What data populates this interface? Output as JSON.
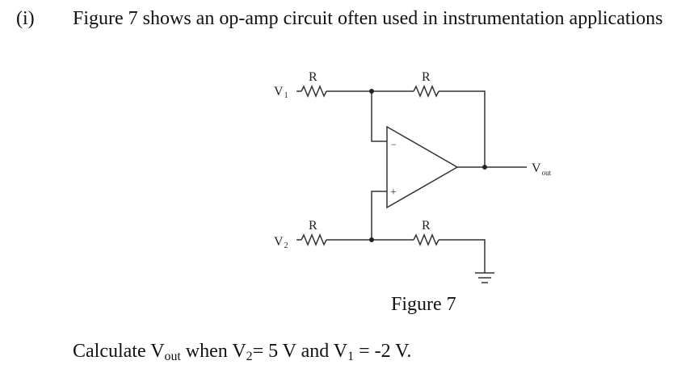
{
  "question": {
    "number": "(i)",
    "text": "Figure 7 shows an op-amp circuit often used in instrumentation applications"
  },
  "figure": {
    "caption": "Figure 7",
    "resistor_label": "R",
    "v1_main": "V",
    "v1_sub": "1",
    "v2_main": "V",
    "v2_sub": "2",
    "vout_main": "V",
    "vout_sub": "out",
    "inv_symbol": "−",
    "noninv_symbol": "+"
  },
  "calculation": {
    "prefix": "Calculate V",
    "prefix_sub": "out",
    "middle_a": " when V",
    "v2_sub": "2",
    "middle_b": "= 5 V and V",
    "v1_sub": "1",
    "suffix": " = -2 V."
  }
}
